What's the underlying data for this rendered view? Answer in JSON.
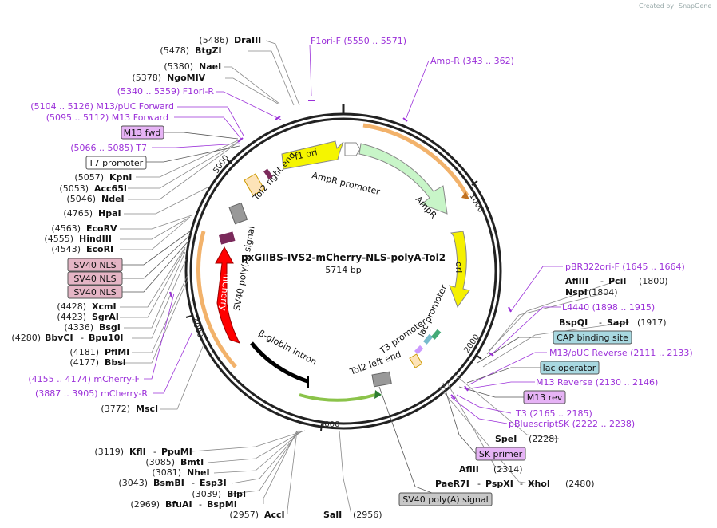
{
  "credit": "Created by",
  "brand": "SnapGene",
  "plasmid": {
    "name": "pxGIIBS-IVS2-mCherry-NLS-polyA-Tol2",
    "size": "5714 bp"
  },
  "ticks": [
    "1000",
    "2000",
    "3000",
    "4000",
    "5000"
  ],
  "features": {
    "f1_ori": "f1 ori",
    "ampr_promoter": "AmpR promoter",
    "ampr": "AmpR",
    "ori": "ori",
    "lac_promoter": "lac promoter",
    "t3_promoter": "T3 promoter",
    "tol2_left": "Tol2 left end",
    "tol2_right": "Tol2 right end",
    "beta_globin": "β-globin intron",
    "mcherry": "mCherry",
    "sv40_polya": "SV40 poly(A) signal"
  },
  "left_labels": [
    {
      "num": "(5486)",
      "name": "DraIII"
    },
    {
      "num": "(5478)",
      "name": "BtgZI"
    },
    {
      "num": "(5380)",
      "name": "NaeI"
    },
    {
      "num": "(5378)",
      "name": "NgoMIV"
    },
    {
      "num": "(5057)",
      "name": "KpnI"
    },
    {
      "num": "(5053)",
      "name": "Acc65I"
    },
    {
      "num": "(5046)",
      "name": "NdeI"
    },
    {
      "num": "(4765)",
      "name": "HpaI"
    },
    {
      "num": "(4563)",
      "name": "EcoRV"
    },
    {
      "num": "(4555)",
      "name": "HindIII"
    },
    {
      "num": "(4543)",
      "name": "EcoRI"
    },
    {
      "num": "(4428)",
      "name": "XcmI"
    },
    {
      "num": "(4423)",
      "name": "SgrAI"
    },
    {
      "num": "(4336)",
      "name": "BsgI"
    },
    {
      "num": "(4181)",
      "name": "PflMI"
    },
    {
      "num": "(4177)",
      "name": "BbsI"
    },
    {
      "num": "(3772)",
      "name": "MscI"
    }
  ],
  "left_double": [
    {
      "num": "(4280)",
      "a": "BbvCI",
      "b": "Bpu10I"
    }
  ],
  "left_primers": [
    {
      "text": "(5340 .. 5359)  F1ori-R"
    },
    {
      "text": "(5104 .. 5126)  M13/pUC Forward"
    },
    {
      "text": "(5095 .. 5112)  M13 Forward"
    },
    {
      "text": "(5066 .. 5085)  T7"
    },
    {
      "text": "(4155 .. 4174)  mCherry-F"
    },
    {
      "text": "(3887 .. 3905)  mCherry-R"
    }
  ],
  "left_boxes": [
    "M13 fwd",
    "T7 promoter",
    "SV40 NLS",
    "SV40 NLS",
    "SV40 NLS"
  ],
  "top_primers": [
    {
      "text": "F1ori-F     (5550 .. 5571)"
    },
    {
      "text": "Amp-R     (343 .. 362)"
    }
  ],
  "right_primers": [
    {
      "text": "pBR322ori-F     (1645 .. 1664)"
    },
    {
      "text": "L4440     (1898 .. 1915)"
    },
    {
      "text": "M13/pUC Reverse     (2111 .. 2133)"
    },
    {
      "text": "M13 Reverse     (2130 .. 2146)"
    },
    {
      "text": "T3     (2165 .. 2185)"
    },
    {
      "text": "pBluescriptSK     (2222 .. 2238)"
    }
  ],
  "right_sites": [
    {
      "a": "AflIII",
      "b": "PciI",
      "num": "(1800)"
    },
    {
      "a": "NspI",
      "b": "",
      "num": "(1804)"
    },
    {
      "a": "BspQI",
      "b": "SapI",
      "num": "(1917)"
    }
  ],
  "right_boxes": [
    "CAP binding site",
    "lac operator",
    "M13 rev",
    "SK primer",
    "SV40 poly(A) signal"
  ],
  "bottom_sites": [
    {
      "a": "SpeI",
      "b": "",
      "num": "(2228)"
    },
    {
      "a": "AflII",
      "b": "",
      "num": "(2314)"
    },
    {
      "a": "PaeR7I",
      "b": "PspXI",
      "c": "XhoI",
      "num": "(2480)"
    },
    {
      "a": "SalI",
      "b": "",
      "num": "(2956)"
    }
  ],
  "bottom_left": [
    {
      "num": "(3119)",
      "a": "KflI",
      "b": "PpuMI"
    },
    {
      "num": "(3085)",
      "a": "BmtI",
      "b": ""
    },
    {
      "num": "(3081)",
      "a": "NheI",
      "b": ""
    },
    {
      "num": "(3043)",
      "a": "BsmBI",
      "b": "Esp3I"
    },
    {
      "num": "(3039)",
      "a": "BlpI",
      "b": ""
    },
    {
      "num": "(2969)",
      "a": "BfuAI",
      "b": "BspMI"
    },
    {
      "num": "(2957)",
      "a": "AccI",
      "b": ""
    }
  ]
}
